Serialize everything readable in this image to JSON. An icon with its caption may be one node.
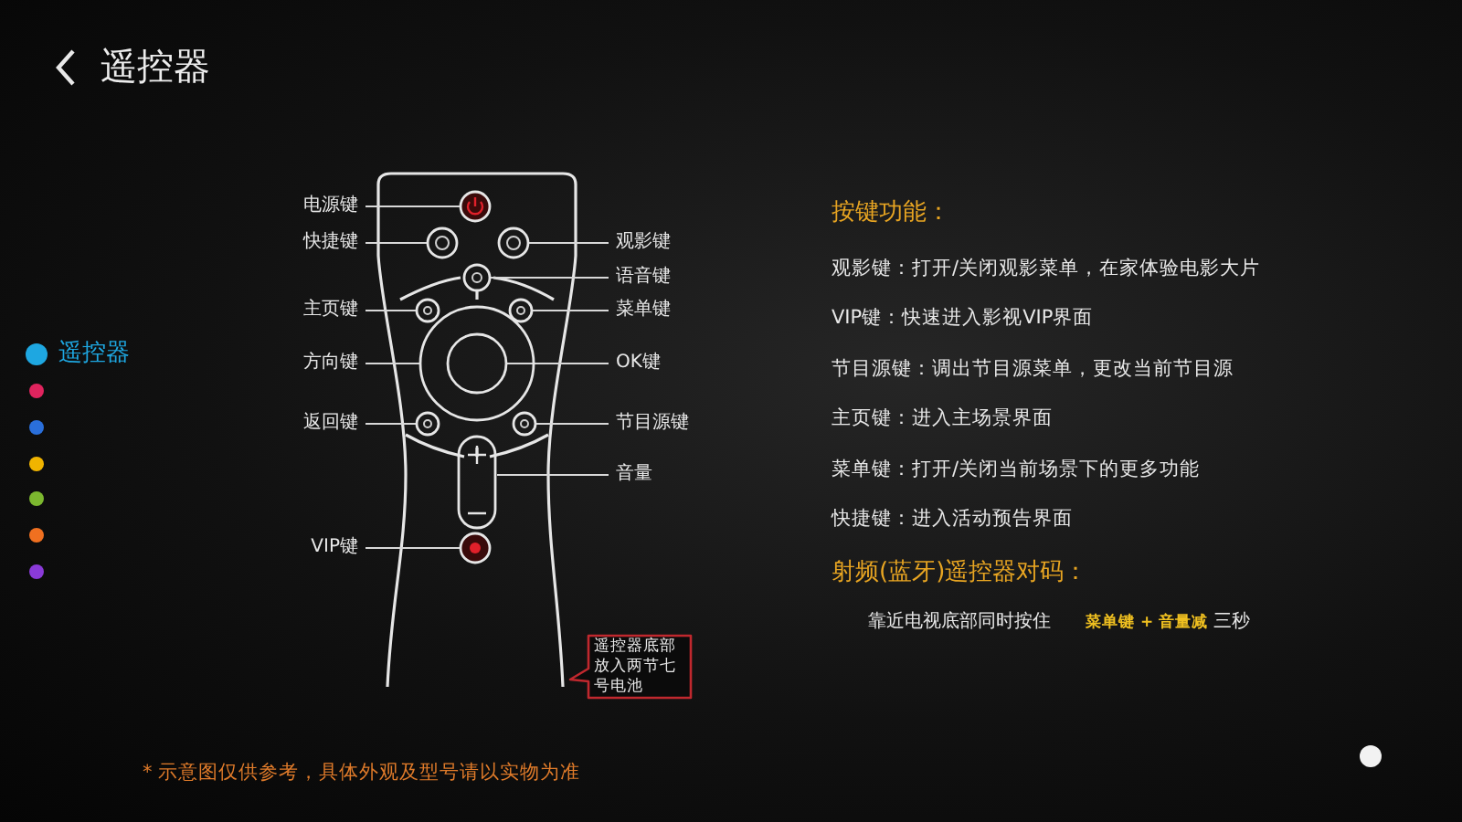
{
  "diagram": {
    "title": "遥控器",
    "nodes": [
      {
        "text": [
          "电源键"
        ]
      },
      {
        "text": [
          "快捷键"
        ]
      },
      {
        "text": [
          "主页键"
        ]
      },
      {
        "text": [
          "方向键"
        ]
      },
      {
        "text": [
          "返回键"
        ]
      },
      {
        "text": [
          "VIP键"
        ]
      },
      {
        "text": [
          "观影键"
        ]
      },
      {
        "text": [
          "语音键"
        ]
      },
      {
        "text": [
          "菜单键"
        ]
      },
      {
        "text": [
          "OK键"
        ]
      },
      {
        "text": [
          "节目源键"
        ]
      },
      {
        "text": [
          "音量"
        ]
      },
      {
        "text": [],
        "shape": "circle"
      },
      {
        "text": [],
        "shape": "circle"
      },
      {
        "text": [],
        "shape": "circle"
      },
      {
        "text": [],
        "shape": "circle"
      },
      {
        "text": [],
        "shape": "circle"
      },
      {
        "text": [],
        "shape": "circle"
      },
      {
        "text": [],
        "shape": "circle"
      },
      {
        "text": [],
        "shape": "circle",
        "in": 18
      },
      {
        "text": [],
        "shape": "circle"
      },
      {
        "text": [],
        "shape": "circle"
      },
      {
        "text": [],
        "shape": "bar"
      },
      {
        "text": [],
        "shape": "circle"
      },
      {
        "text": [
          "遥控器底部放入两节七号电池"
        ]
      }
    ],
    "edges": [
      {
        "from": 0,
        "to": 12,
        "arrow": "none"
      },
      {
        "from": 1,
        "to": 13,
        "arrow": "none"
      },
      {
        "from": 2,
        "to": 16,
        "arrow": "none"
      },
      {
        "from": 3,
        "to": 18,
        "arrow": "none"
      },
      {
        "from": 4,
        "to": 20,
        "arrow": "none"
      },
      {
        "from": 5,
        "to": 23,
        "arrow": "none"
      },
      {
        "from": 6,
        "to": 14,
        "arrow": "none"
      },
      {
        "from": 7,
        "to": 15,
        "arrow": "none"
      },
      {
        "from": 8,
        "to": 17,
        "arrow": "none"
      },
      {
        "from": 9,
        "to": 19,
        "arrow": "none"
      },
      {
        "from": 10,
        "to": 21,
        "arrow": "none"
      },
      {
        "from": 11,
        "to": 22,
        "arrow": "none"
      }
    ],
    "labels": [
      "遥控器",
      "按键功能：",
      "观影键：打开/关闭观影菜单，在家体验电影大片",
      "VIP键：快速进入影视VIP界面",
      "节目源键：调出节目源菜单，更改当前节目源",
      "主页键：进入主场景界面",
      "菜单键：打开/关闭当前场景下的更多功能",
      "快捷键：进入活动预告界面",
      "射频(蓝牙)遥控器对码：",
      "靠近电视底部同时按住",
      "菜单键 + 音量减",
      "三秒",
      "* 示意图仅供参考，具体外观及型号请以实物为准"
    ]
  }
}
